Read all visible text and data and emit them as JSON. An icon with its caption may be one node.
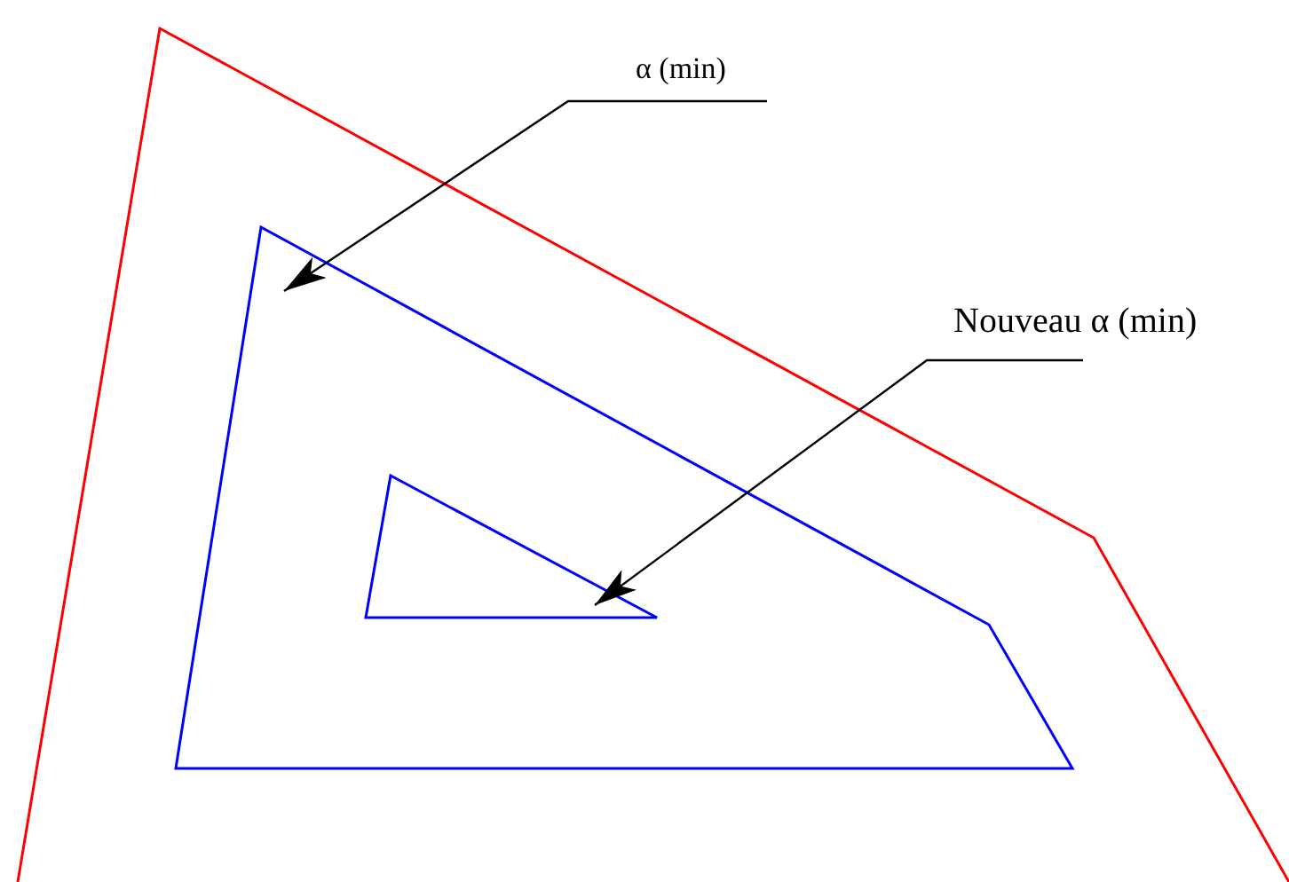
{
  "diagram": {
    "nodes": [
      {
        "text": [
          "α (min)"
        ]
      },
      {
        "text": [],
        "shape": "polygon"
      },
      {
        "text": [
          "Nouveau α (min)"
        ]
      },
      {
        "text": [],
        "shape": "triangle",
        "in": 1
      }
    ],
    "edges": [
      {
        "from": 0,
        "to": 1,
        "arrow": "to"
      },
      {
        "from": 2,
        "to": 3,
        "arrow": "to"
      }
    ]
  }
}
